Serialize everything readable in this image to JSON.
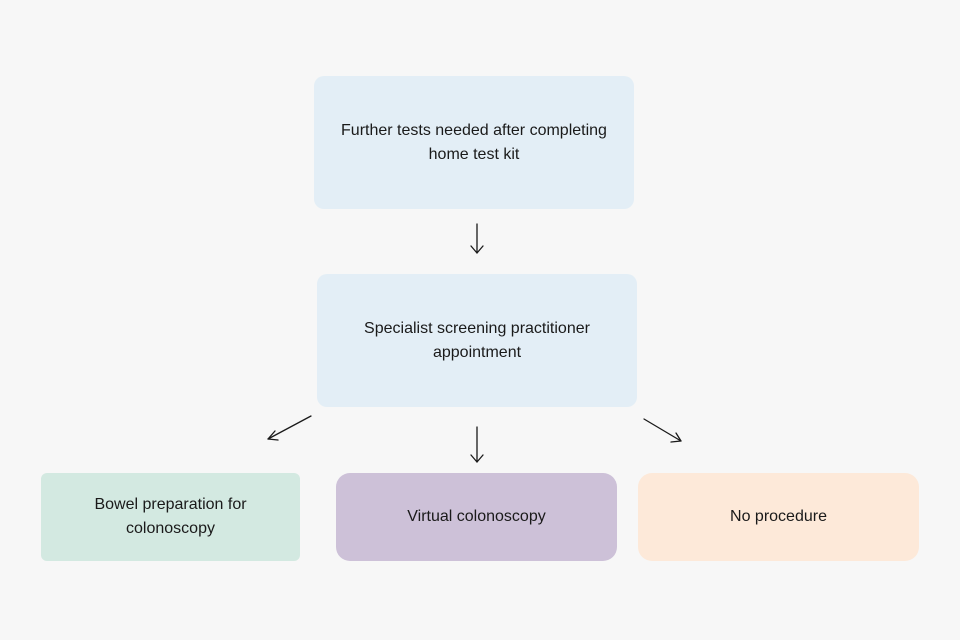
{
  "diagram": {
    "type": "flowchart",
    "nodes": {
      "home_test": {
        "label": "Further tests needed after completing home test kit",
        "color": "#e3eef6"
      },
      "specialist": {
        "label": "Specialist screening practitioner appointment",
        "color": "#e3eef6"
      },
      "bowel_prep": {
        "label": "Bowel preparation for colonoscopy",
        "color": "#d3e9e1"
      },
      "virtual": {
        "label": "Virtual colonoscopy",
        "color": "#cdc1d8"
      },
      "no_procedure": {
        "label": "No procedure",
        "color": "#fde9d9"
      }
    },
    "edges": [
      {
        "from": "home_test",
        "to": "specialist"
      },
      {
        "from": "specialist",
        "to": "bowel_prep"
      },
      {
        "from": "specialist",
        "to": "virtual"
      },
      {
        "from": "specialist",
        "to": "no_procedure"
      }
    ],
    "arrow_color": "#1a1a1a",
    "background": "#f7f7f7"
  }
}
